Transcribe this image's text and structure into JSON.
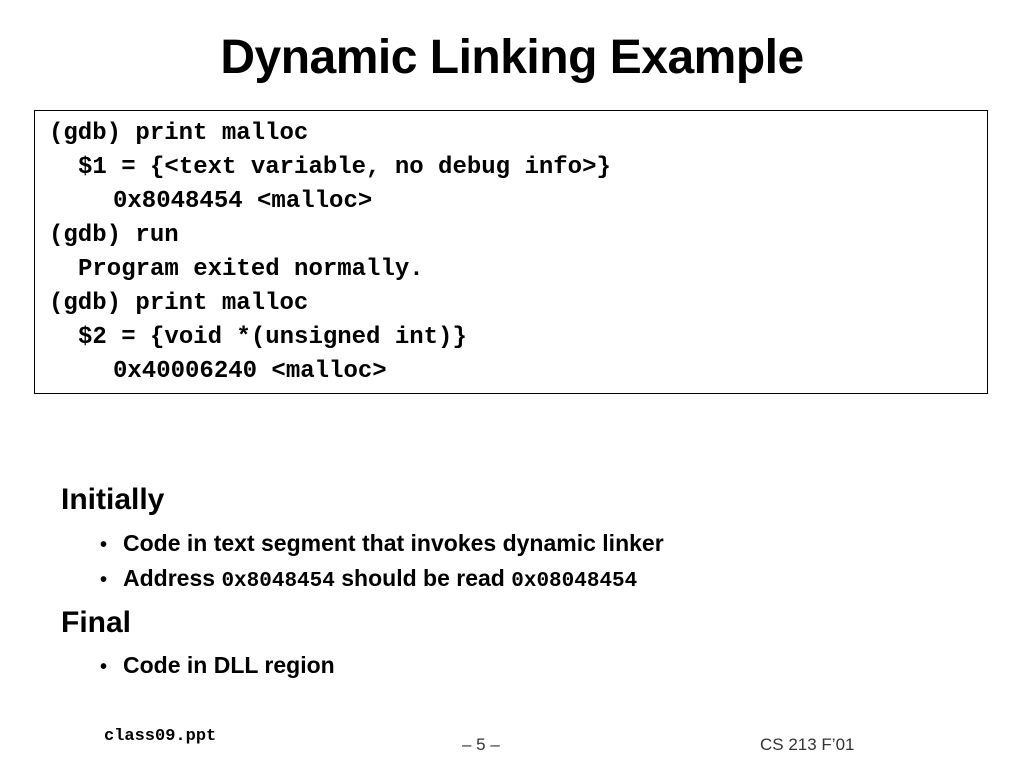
{
  "slide": {
    "title": "Dynamic Linking Example",
    "code_lines": [
      "(gdb) print malloc",
      "$1 = {<text variable, no debug info>}",
      "0x8048454 <malloc>",
      "(gdb) run",
      "Program exited normally.",
      "(gdb) print malloc",
      "$2 = {void *(unsigned int)}",
      "0x40006240 <malloc>"
    ],
    "sections": [
      {
        "heading": "Initially",
        "bullets": [
          {
            "text": "Code in text segment that invokes dynamic linker"
          },
          {
            "text_a": "Address ",
            "code_a": "0x8048454",
            "text_b": " should be read ",
            "code_b": "0x08048454"
          }
        ]
      },
      {
        "heading": "Final",
        "bullets": [
          {
            "text": "Code in DLL region"
          }
        ]
      }
    ],
    "bullet_glyph": "•",
    "footer": {
      "left": "class09.ppt",
      "center": "– 5 –",
      "right": "CS 213 F’01"
    }
  }
}
